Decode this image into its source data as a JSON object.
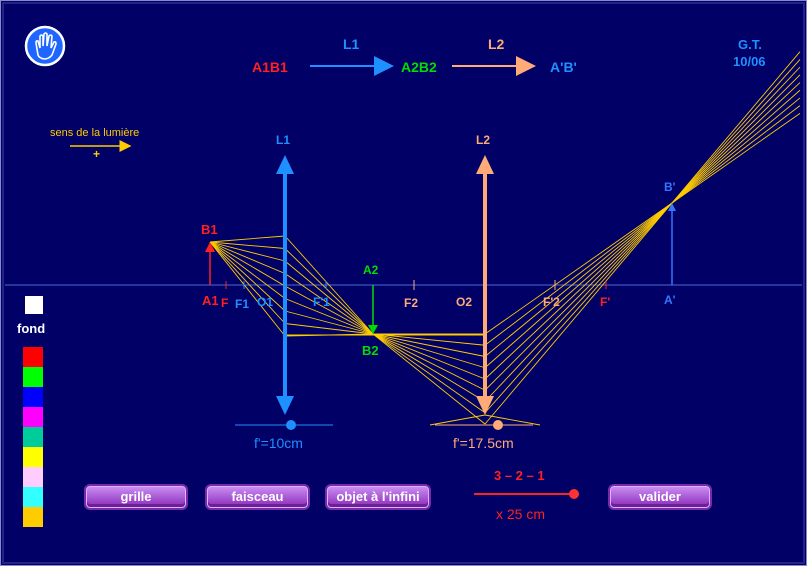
{
  "header": {
    "chain_a1b1": "A1B1",
    "chain_l1": "L1",
    "chain_a2b2": "A2B2",
    "chain_l2": "L2",
    "chain_image": "A'B'",
    "credit_line1": "G.T.",
    "credit_line2": "10/06"
  },
  "direction": {
    "label": "sens de la lumière",
    "sign": "+"
  },
  "diagram": {
    "lens1_label": "L1",
    "lens2_label": "L2",
    "b1": "B1",
    "a1": "A1",
    "f_obj1": "F",
    "f1": "F1",
    "o1": "O1",
    "fp1": "F'1",
    "a2": "A2",
    "b2": "B2",
    "f2": "F2",
    "o2": "O2",
    "fp2": "F'2",
    "fp": "F'",
    "bp": "B'",
    "ap": "A'",
    "focal1": "f'=10cm",
    "focal2": "f'=17.5cm"
  },
  "sidebar": {
    "fond_label": "fond",
    "colors": [
      "#ff0000",
      "#00ff00",
      "#0000ff",
      "#ff00ff",
      "#00cc99",
      "#ffff00",
      "#ffccff",
      "#33ffff",
      "#ffcc00"
    ]
  },
  "toolbar": {
    "grille": "grille",
    "faisceau": "faisceau",
    "objet_infini": "objet à l'infini",
    "valider": "valider"
  },
  "scale": {
    "digits": "3 – 2 – 1",
    "label": "x 25 cm"
  },
  "colors": {
    "background": "#000066",
    "axis": "#4a6bd8",
    "lens1": "#1e90ff",
    "lens2": "#ffaa77",
    "object": "#ff2020",
    "intermediate": "#00dd00",
    "image": "#3377ff",
    "rays": "#ffcc00"
  },
  "icons": {
    "hand": "hand-icon"
  }
}
